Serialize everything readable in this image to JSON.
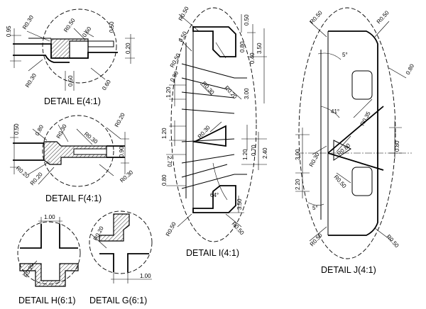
{
  "details": {
    "e": {
      "title": "DETAIL E(4:1)",
      "dims": [
        "0.95",
        "R0.30",
        "R0.50",
        "0.60",
        "0.50",
        "R0.30",
        "0.20",
        "0.50",
        "0.60"
      ]
    },
    "f": {
      "title": "DETAIL F(4:1)",
      "dims": [
        "0.50",
        "0.80",
        "R0.30",
        "R0.30",
        "R0.20",
        "R0.20",
        "0.90",
        "R0.20",
        "R0.30"
      ]
    },
    "h": {
      "title": "DETAIL H(6:1)",
      "dims": [
        "1.00",
        "R0.20"
      ]
    },
    "g": {
      "title": "DETAIL G(6:1)",
      "dims": [
        "R0.20",
        "1.00"
      ]
    },
    "i": {
      "title": "DETAIL I(4:1)",
      "dims": [
        "R0.50",
        "0.50",
        "R0.50",
        "0.50",
        "0.80",
        "0.40",
        "3.50",
        "0.80",
        "1.20",
        "R0.30",
        "R0.20",
        "3.00",
        "1.20",
        "R0.30",
        "0.70",
        "1.20",
        "2.40",
        "2.70",
        "0.80",
        "3.50",
        "R0.50",
        "R0.50",
        "64°"
      ]
    },
    "j": {
      "title": "DETAIL J(4:1)",
      "dims": [
        "R0.50",
        "R0.50",
        "5°",
        "0.80",
        "41°",
        "R0.35",
        "R0.30",
        "R0.80",
        "0.80",
        "3.00",
        "2.20",
        "R0.50",
        "5°",
        "R0.50",
        "R0.50"
      ]
    }
  }
}
